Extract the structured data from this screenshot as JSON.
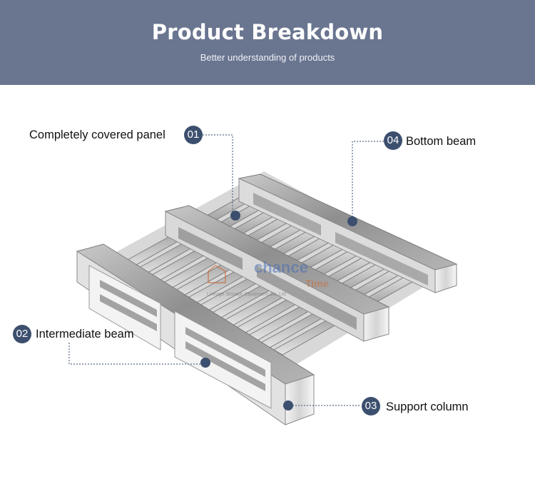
{
  "header": {
    "title": "Product Breakdown",
    "subtitle": "Better understanding of products",
    "background": "#6a7590"
  },
  "callouts": [
    {
      "number": "01",
      "label": "Completely covered panel"
    },
    {
      "number": "02",
      "label": "Intermediate beam"
    },
    {
      "number": "03",
      "label": "Support column"
    },
    {
      "number": "04",
      "label": "Bottom beam"
    }
  ],
  "watermark": {
    "line1": "chance",
    "line2": "Time",
    "line3": "Linkage Storage Equipment Co.,Ltd"
  },
  "colors": {
    "badge": "#3d4f6e",
    "connector": "#5b6b88",
    "steel_light": "#e6e6e6",
    "steel_dark": "#8a8a8a"
  }
}
